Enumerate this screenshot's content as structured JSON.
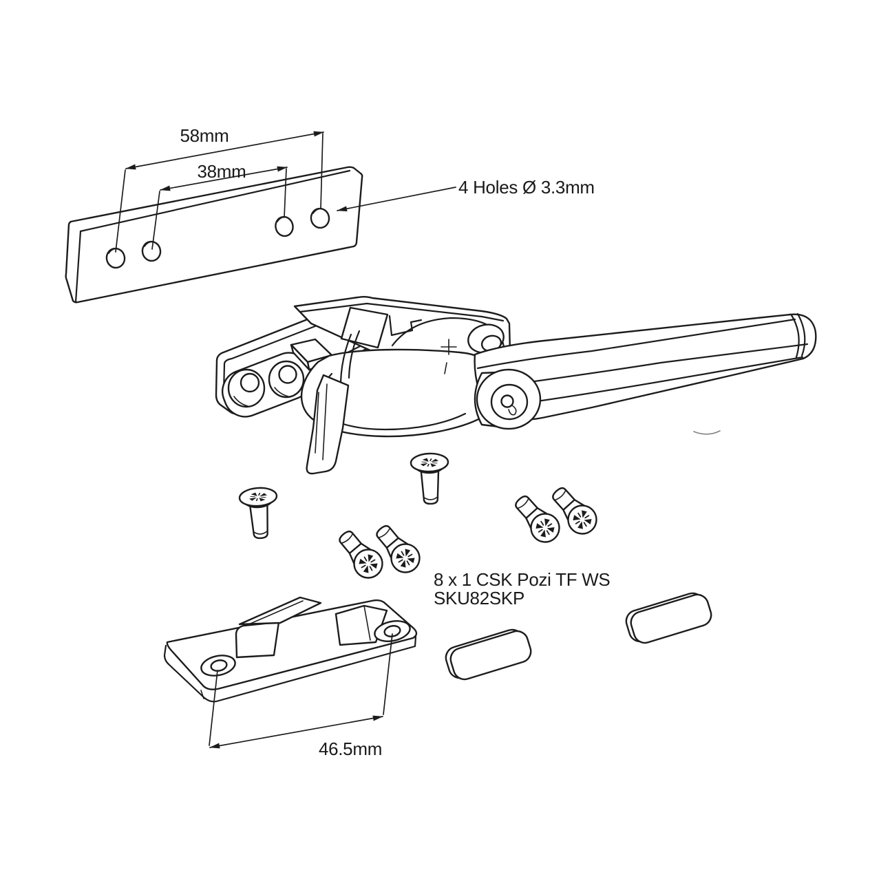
{
  "page": {
    "background_color": "#ffffff",
    "line_color": "#1c1c1c",
    "description": "Exploded technical parts diagram of a window cockspur handle kit"
  },
  "dimensions": {
    "packer_bar_outer_span": "58mm",
    "packer_bar_inner_span": "38mm",
    "keep_hole_span": "46.5mm"
  },
  "labels": {
    "holes_note": "4 Holes Ø 3.3mm",
    "screw_spec_line1": "8 x 1 CSK Pozi TF WS",
    "screw_spec_line2": "SKU82SKP"
  },
  "parts": [
    {
      "name": "packer-bar",
      "detail": "flat bar with 4 holes"
    },
    {
      "name": "cockspur-handle",
      "detail": "lever handle with lock cylinder and nose"
    },
    {
      "name": "countersunk-screws",
      "detail": "6 pozi countersunk screws"
    },
    {
      "name": "cockspur-keep",
      "detail": "striker keep plate with 2 holes and wedge"
    },
    {
      "name": "packer-pads",
      "detail": "2 rounded rectangular packers"
    }
  ]
}
